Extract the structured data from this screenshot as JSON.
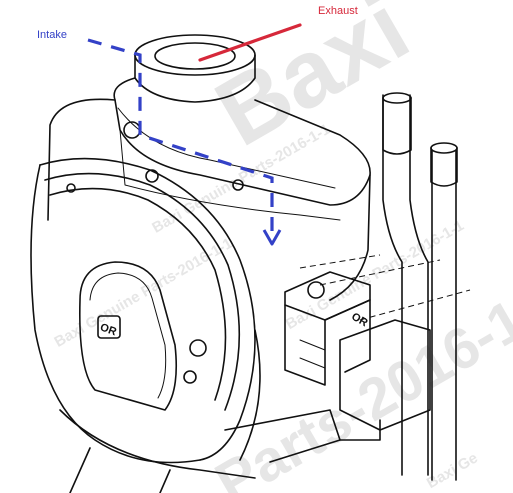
{
  "labels": {
    "intake": "Intake",
    "exhaust": "Exhaust"
  },
  "stamp": "OR",
  "watermarks": [
    "Baxi",
    "Baxi Genuine Parts-2016-1-1",
    "Baxi Genuine Parts-2016-1-1",
    "Baxi Genuine Parts-2016-1-1",
    "Parts-2016-1-1",
    "Baxi Ge"
  ],
  "colors": {
    "intake": "#3341c7",
    "exhaust": "#d6283a",
    "line": "#111111",
    "watermark": "#e6e6e6"
  }
}
